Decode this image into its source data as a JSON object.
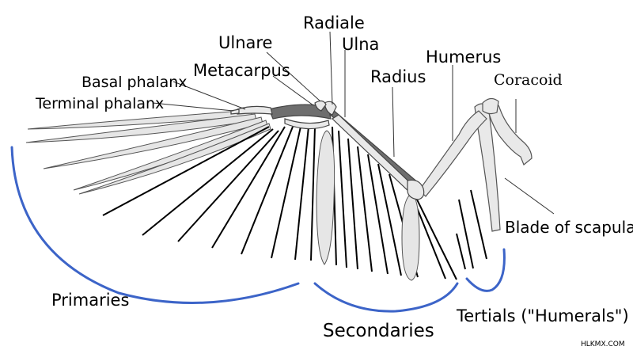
{
  "diagram": {
    "labels": {
      "radiale": "Radiale",
      "ulnare": "Ulnare",
      "ulna": "Ulna",
      "metacarpus": "Metacarpus",
      "humerus": "Humerus",
      "coracoid": "Coracoid",
      "basal_phalanx": "Basal phalanx",
      "radius": "Radius",
      "terminal_phalanx": "Terminal phalanx",
      "blade_of_scapula": "Blade of scapula",
      "primaries": "Primaries",
      "secondaries": "Secondaries",
      "tertials": "Tertials (\"Humerals\")"
    },
    "watermark": "HLKMX.COM",
    "colors": {
      "bone_fill": "#e9e9e9",
      "bone_dark": "#6e6e6e",
      "feather_fill": "#e6e6e6",
      "outline": "#333333",
      "bracket_blue": "#3c64c8"
    }
  }
}
